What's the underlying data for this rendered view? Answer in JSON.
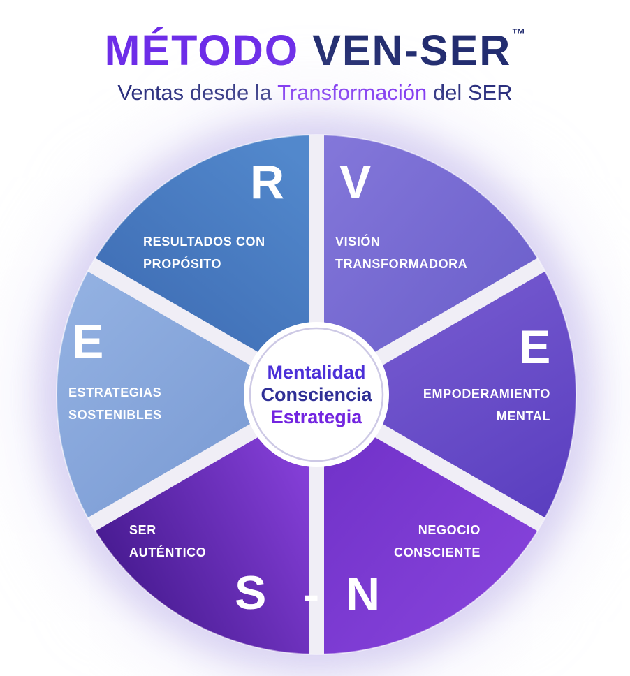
{
  "header": {
    "title_part1": "MÉTODO",
    "title_part2": "VEN-SER",
    "trademark": "™",
    "subtitle_part1": "Ventas desde la",
    "subtitle_part2": "Transformación",
    "subtitle_part3": "del SER",
    "colors": {
      "title1": "#6d2de8",
      "title2": "#232d70",
      "subtitle": "#2b2f7e",
      "subtitle_accent": "#7a2cf0"
    }
  },
  "wheel": {
    "dash": "-",
    "center": {
      "lines": [
        {
          "text": "Mentalidad",
          "color": "#4b2fd8"
        },
        {
          "text": "Consciencia",
          "color": "#2f2f96"
        },
        {
          "text": "Estrategia",
          "color": "#7325e0"
        }
      ]
    },
    "slices": [
      {
        "id": "R",
        "letter": "R",
        "label_line1": "RESULTADOS CON",
        "label_line2": "PROPÓSITO",
        "color_from": "#5288cc",
        "color_to": "#3a67af"
      },
      {
        "id": "V",
        "letter": "V",
        "label_line1": "VISIÓN",
        "label_line2": "TRANSFORMADORA",
        "color_from": "#8478da",
        "color_to": "#675ac8"
      },
      {
        "id": "E1",
        "letter": "E",
        "label_line1": "EMPODERAMIENTO",
        "label_line2": "MENTAL",
        "color_from": "#7a5fd2",
        "color_to": "#5b3fc0"
      },
      {
        "id": "N",
        "letter": "N",
        "label_line1": "NEGOCIO",
        "label_line2": "CONSCIENTE",
        "color_from": "#8a46de",
        "color_to": "#6e2fc6"
      },
      {
        "id": "S",
        "letter": "S",
        "label_line1": "SER",
        "label_line2": "AUTÉNTICO",
        "color_from": "#8a42de",
        "color_to": "#3f1687"
      },
      {
        "id": "E2",
        "letter": "E",
        "label_line1": "ESTRATEGIAS",
        "label_line2": "SOSTENIBLES",
        "color_from": "#95b3e3",
        "color_to": "#7495d0"
      }
    ]
  }
}
